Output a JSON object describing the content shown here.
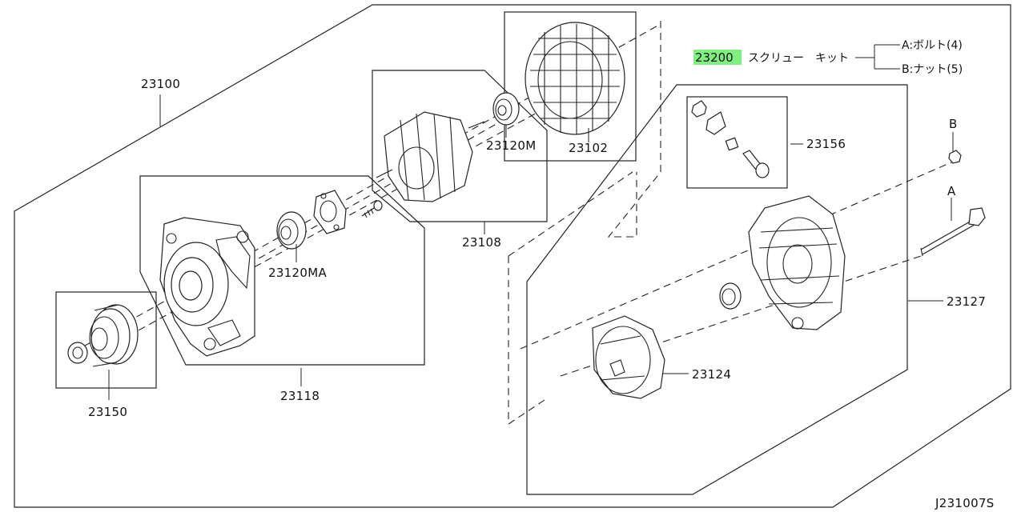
{
  "colors": {
    "highlight": "#7ff07f",
    "line": "#222222",
    "background": "#ffffff"
  },
  "labels": {
    "assembly": "23100",
    "pulley": "23150",
    "front_cover": "23118",
    "front_bearing": "23120MA",
    "rotor": "23108",
    "rear_bearing": "23120M",
    "stator": "23102",
    "brush_set": "23156",
    "rear_cover": "23127",
    "regulator": "23124"
  },
  "kit": {
    "number": "23200",
    "name": "スクリュー　キット",
    "item_a": "A:ボルト(4)",
    "item_b": "B:ナット(5)"
  },
  "callouts": {
    "bolt": "A",
    "nut": "B"
  },
  "footer": {
    "code": "J231007S"
  }
}
